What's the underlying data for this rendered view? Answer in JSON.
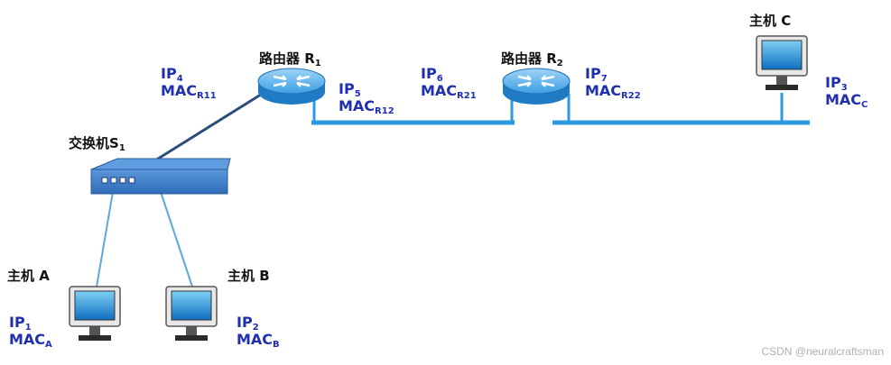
{
  "devices": {
    "switch": {
      "label": "交换机S",
      "sub": "1"
    },
    "router1": {
      "label": "路由器 R",
      "sub": "1"
    },
    "router2": {
      "label": "路由器 R",
      "sub": "2"
    },
    "hostA": {
      "label": "主机 A"
    },
    "hostB": {
      "label": "主机 B"
    },
    "hostC": {
      "label": "主机 C"
    }
  },
  "addresses": {
    "ip4": {
      "ip": "IP",
      "ip_sub": "4",
      "mac": "MAC",
      "mac_sub": "R11"
    },
    "ip5": {
      "ip": "IP",
      "ip_sub": "5",
      "mac": "MAC",
      "mac_sub": "R12"
    },
    "ip6": {
      "ip": "IP",
      "ip_sub": "6",
      "mac": "MAC",
      "mac_sub": "R21"
    },
    "ip7": {
      "ip": "IP",
      "ip_sub": "7",
      "mac": "MAC",
      "mac_sub": "R22"
    },
    "ip1": {
      "ip": "IP",
      "ip_sub": "1",
      "mac": "MAC",
      "mac_sub": "A"
    },
    "ip2": {
      "ip": "IP",
      "ip_sub": "2",
      "mac": "MAC",
      "mac_sub": "B"
    },
    "ip3": {
      "ip": "IP",
      "ip_sub": "3",
      "mac": "MAC",
      "mac_sub": "C"
    }
  },
  "watermark": "CSDN @neuralcraftsman",
  "colors": {
    "link": "#2b9ae0",
    "switch_body": "#3d7cc9",
    "router_body": "#2f8fd8",
    "address_text": "#1f2fb0",
    "trunk_link": "#2a4e7a"
  }
}
